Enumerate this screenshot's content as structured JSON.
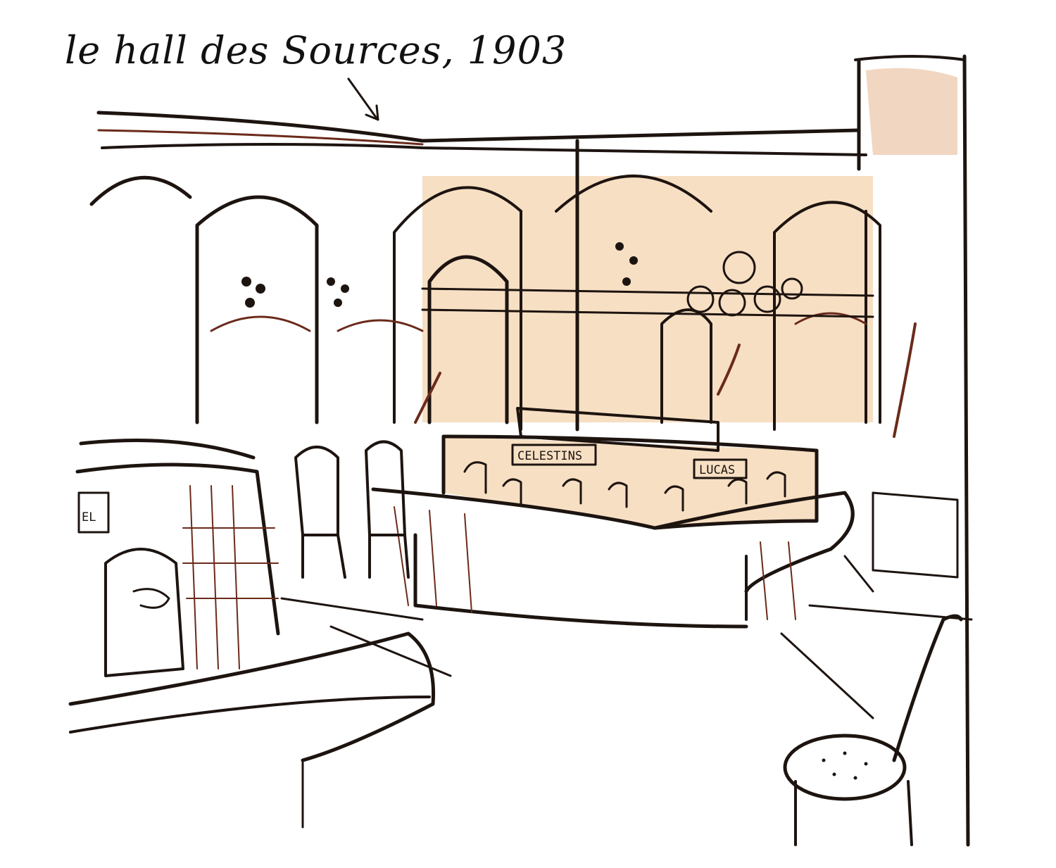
{
  "caption": "le hall des Sources, 1903",
  "signs": {
    "left": "CELESTINS",
    "right": "LUCAS",
    "fountain": "EL"
  },
  "colors": {
    "ink": "#1d1410",
    "brown": "#6b2a1a",
    "wash": "#f0c592",
    "paper": "#ffffff"
  }
}
